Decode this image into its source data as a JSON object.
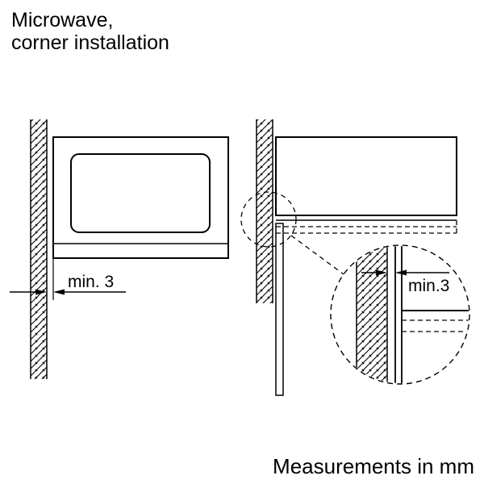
{
  "colors": {
    "background": "#ffffff",
    "line": "#000000"
  },
  "title": {
    "line1": "Microwave,",
    "line2": "corner installation"
  },
  "left_figure": {
    "dimension_label": "min. 3"
  },
  "right_figure": {
    "detail_dimension_label": "min.3"
  },
  "footer": {
    "note": "Measurements in mm"
  }
}
